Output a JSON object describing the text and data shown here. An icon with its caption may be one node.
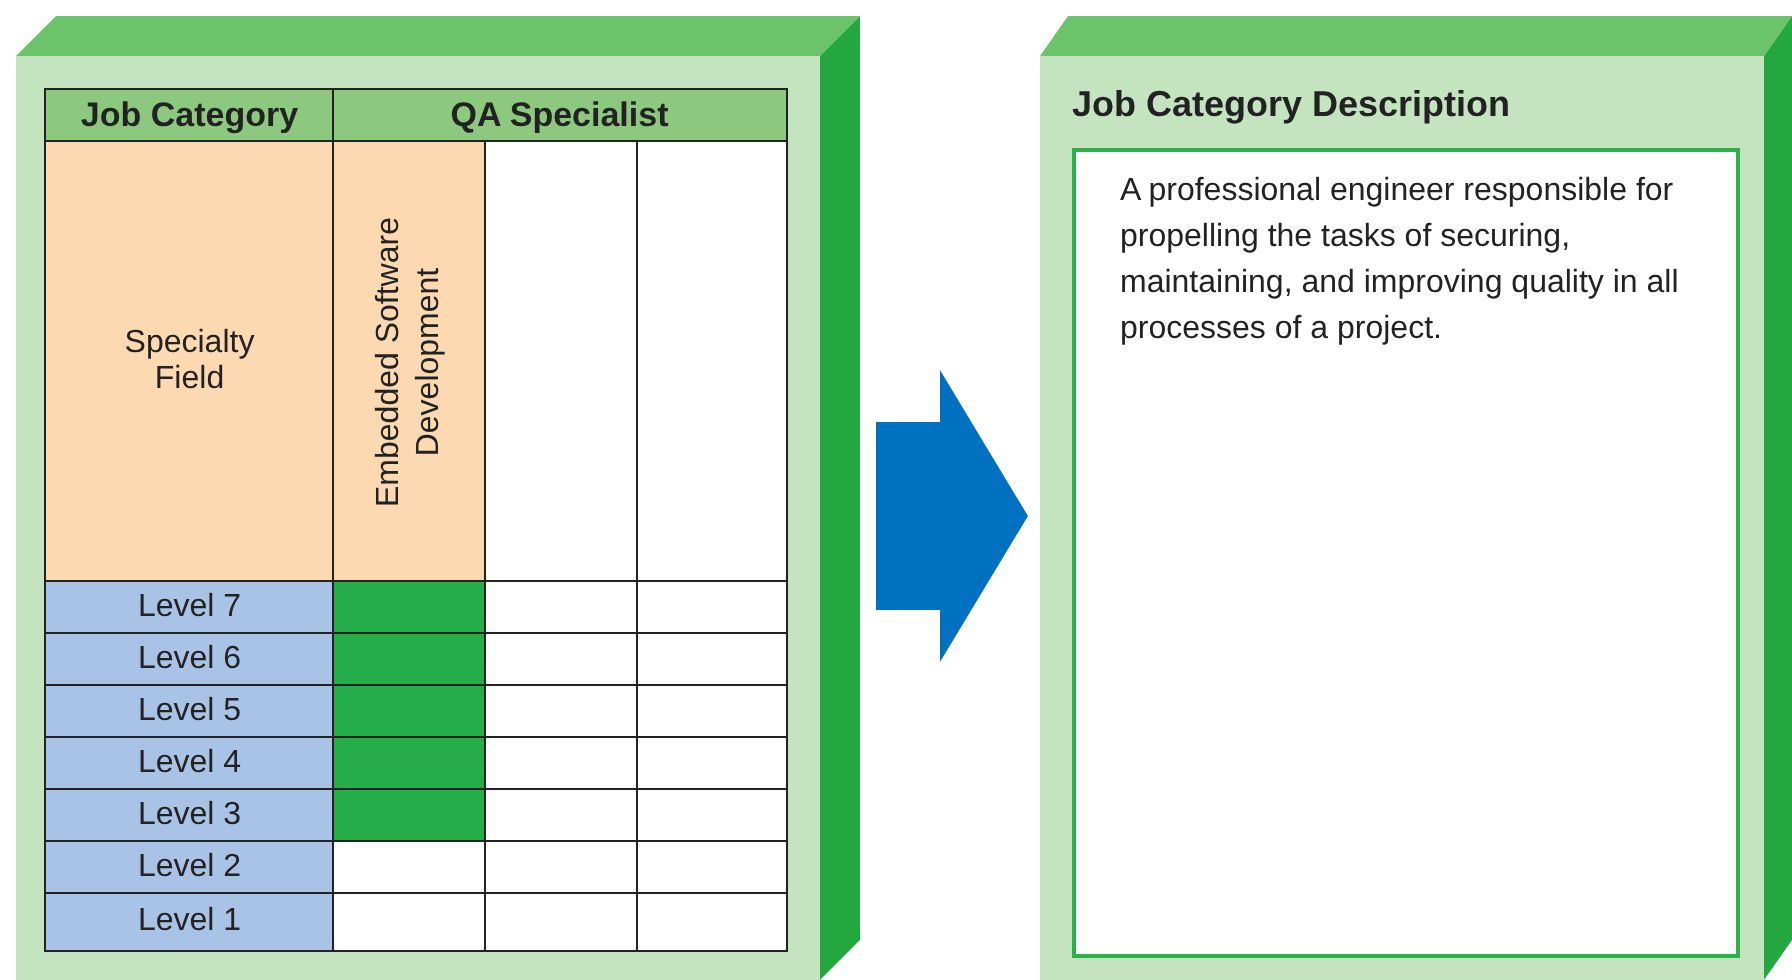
{
  "diagram": {
    "nodes": [
      {
        "text": [],
        "shape": "box"
      },
      {
        "text": [
          "Job Category Description"
        ]
      },
      {
        "text": [
          "A professional engineer responsible for propelling the tasks of securing, maintaining, and improving quality in all processes of a project."
        ],
        "in": 1
      }
    ],
    "edges": [
      {
        "from": 0,
        "to": 1,
        "arrow": "to",
        "color": "#0070c0",
        "style": "thick"
      }
    ],
    "labels": [
      "Job Category",
      "QA Specialist",
      "Specialty Field",
      "Embedded Software Development",
      "Level 7",
      "Level 6",
      "Level 5",
      "Level 4",
      "Level 3",
      "Level 2",
      "Level 1"
    ]
  }
}
